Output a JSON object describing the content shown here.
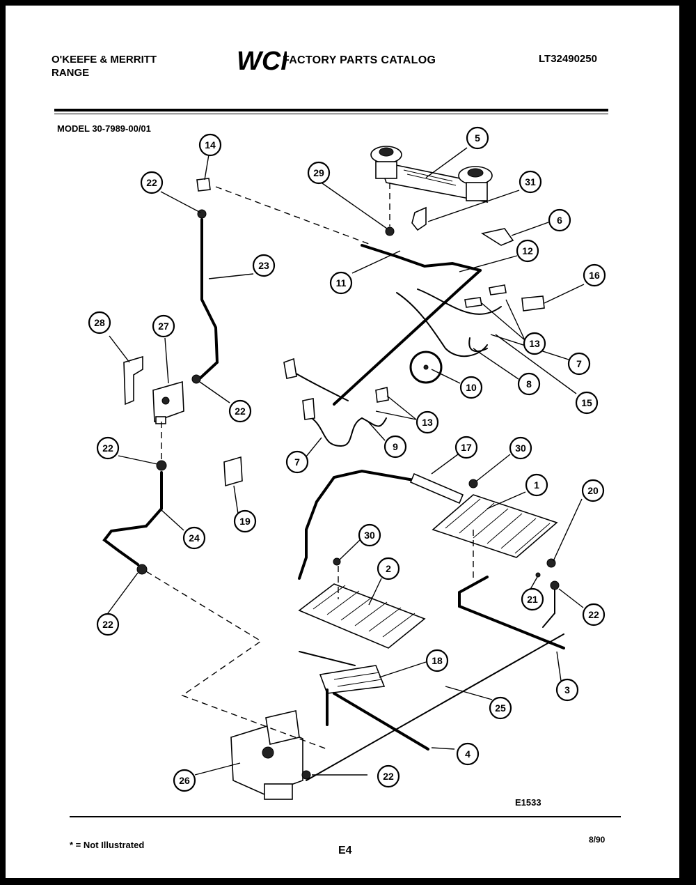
{
  "header": {
    "brand_line1": "O'KEEFE & MERRITT",
    "brand_line2": "RANGE",
    "logo_text": "WCI",
    "catalog_title": "FACTORY PARTS CATALOG",
    "catalog_number": "LT32490250"
  },
  "model_label": "MODEL 30-7989-00/01",
  "diagram_code": "E1533",
  "footer": {
    "note": "* = Not Illustrated",
    "page_number": "E4",
    "date": "8/90"
  },
  "callouts": [
    {
      "id": "c14",
      "label": "14"
    },
    {
      "id": "c22a",
      "label": "22"
    },
    {
      "id": "c29",
      "label": "29"
    },
    {
      "id": "c5",
      "label": "5"
    },
    {
      "id": "c31",
      "label": "31"
    },
    {
      "id": "c6",
      "label": "6"
    },
    {
      "id": "c23",
      "label": "23"
    },
    {
      "id": "c12",
      "label": "12"
    },
    {
      "id": "c11",
      "label": "11"
    },
    {
      "id": "c16",
      "label": "16"
    },
    {
      "id": "c28",
      "label": "28"
    },
    {
      "id": "c27",
      "label": "27"
    },
    {
      "id": "c13a",
      "label": "13"
    },
    {
      "id": "c7a",
      "label": "7"
    },
    {
      "id": "c10",
      "label": "10"
    },
    {
      "id": "c8",
      "label": "8"
    },
    {
      "id": "c15",
      "label": "15"
    },
    {
      "id": "c22b",
      "label": "22"
    },
    {
      "id": "c13b",
      "label": "13"
    },
    {
      "id": "c9",
      "label": "9"
    },
    {
      "id": "c7b",
      "label": "7"
    },
    {
      "id": "c22c",
      "label": "22"
    },
    {
      "id": "c17",
      "label": "17"
    },
    {
      "id": "c30a",
      "label": "30"
    },
    {
      "id": "c1",
      "label": "1"
    },
    {
      "id": "c20",
      "label": "20"
    },
    {
      "id": "c19",
      "label": "19"
    },
    {
      "id": "c24",
      "label": "24"
    },
    {
      "id": "c30b",
      "label": "30"
    },
    {
      "id": "c2",
      "label": "2"
    },
    {
      "id": "c21",
      "label": "21"
    },
    {
      "id": "c22d",
      "label": "22"
    },
    {
      "id": "c22e",
      "label": "22"
    },
    {
      "id": "c18",
      "label": "18"
    },
    {
      "id": "c3",
      "label": "3"
    },
    {
      "id": "c25",
      "label": "25"
    },
    {
      "id": "c4",
      "label": "4"
    },
    {
      "id": "c26",
      "label": "26"
    },
    {
      "id": "c22f",
      "label": "22"
    }
  ]
}
